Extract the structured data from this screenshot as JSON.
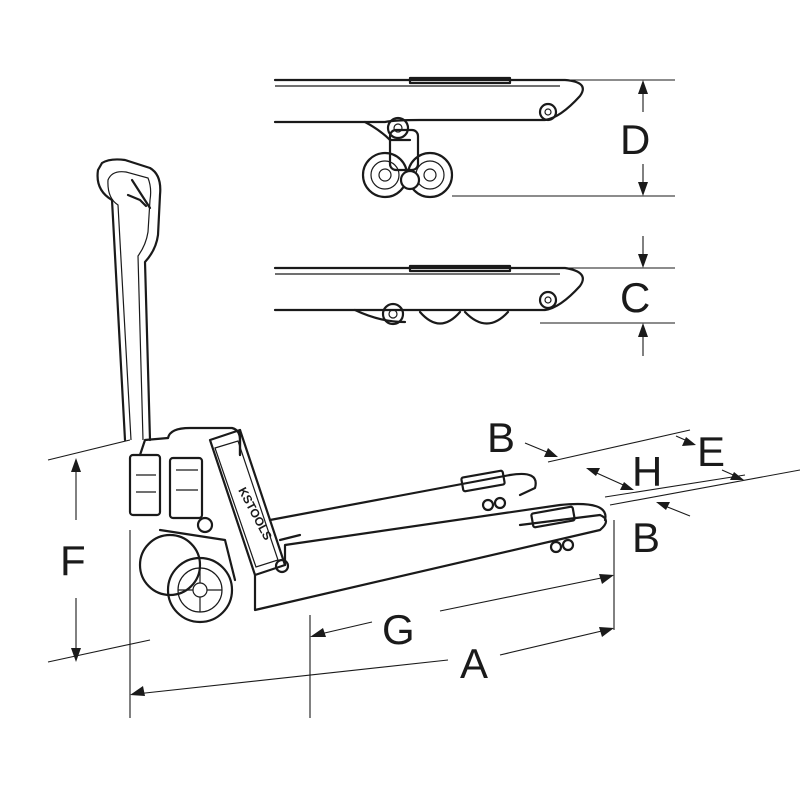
{
  "labels": {
    "a": "A",
    "b": "B",
    "c": "C",
    "d": "D",
    "e": "E",
    "f": "F",
    "g": "G",
    "h": "H"
  },
  "brand": {
    "logo_text": "KSTOOLS"
  }
}
